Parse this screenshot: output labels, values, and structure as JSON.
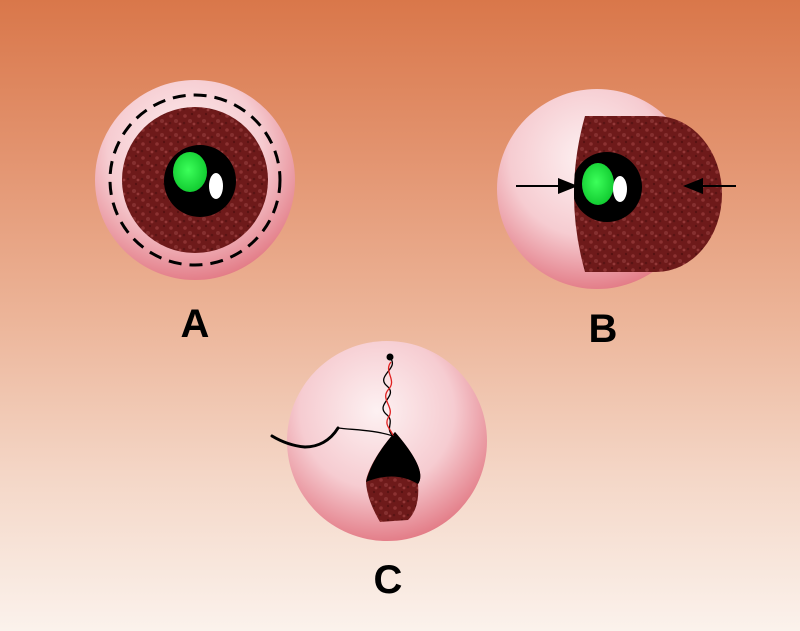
{
  "labels": {
    "a": "A",
    "b": "B",
    "c": "C"
  },
  "colors": {
    "background_top": "#d9774a",
    "background_bottom": "#fbf2ec",
    "disc_light": "#fbe8ea",
    "disc_dark": "#e0707c",
    "tissue": "#6e1a1a",
    "tissue_speckle": "#8c3232",
    "lens_green": "#18e43a",
    "pupil_black": "#000000",
    "suture_red": "#e02020"
  }
}
